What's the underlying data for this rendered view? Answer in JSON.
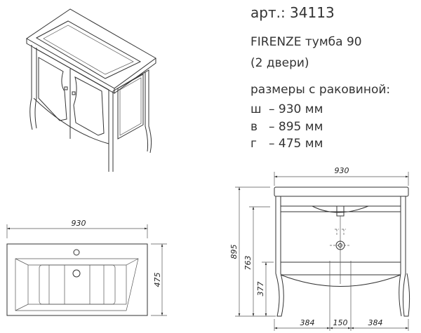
{
  "article": "арт.: 34113",
  "product": {
    "name": "FIRENZE  тумба 90",
    "doors": "(2 двери)"
  },
  "dimensions": {
    "heading": "размеры с раковиной:",
    "rows": [
      {
        "symbol": "ш",
        "value": "– 930 мм"
      },
      {
        "symbol": "в",
        "value": "– 895 мм"
      },
      {
        "symbol": "г",
        "value": "– 475 мм"
      }
    ]
  },
  "plan_view": {
    "width_label": "930",
    "depth_label": "475"
  },
  "front_view": {
    "width_label": "930",
    "height_label": "895",
    "body_height_label": "763",
    "shelf_height_label": "377",
    "bottom_labels": [
      "384",
      "150",
      "384"
    ]
  }
}
